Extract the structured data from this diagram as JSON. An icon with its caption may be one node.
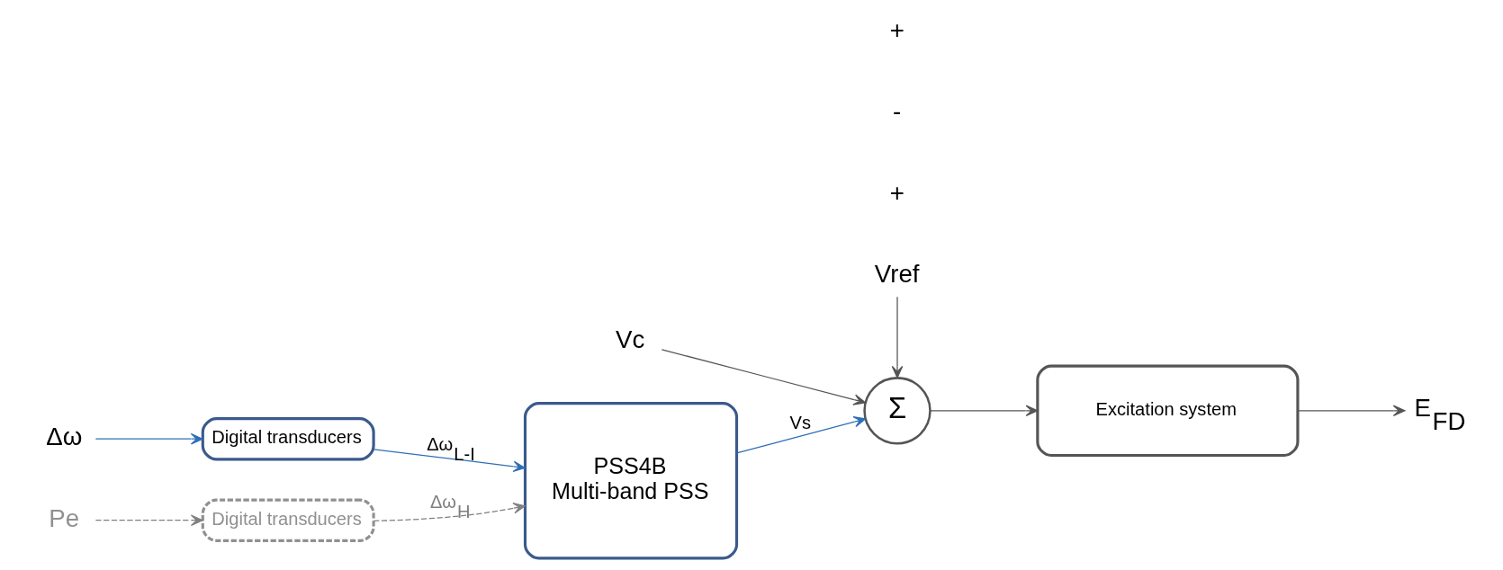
{
  "diagram": {
    "nodes": [
      {
        "text": [
          "Vref"
        ]
      },
      {
        "text": [
          "Vc"
        ]
      },
      {
        "text": [
          "Σ"
        ]
      },
      {
        "text": [
          "Excitation system"
        ]
      },
      {
        "text": [
          "E$_{FD}$"
        ]
      },
      {
        "text": [
          "Δω"
        ]
      },
      {
        "text": [
          "Digital transducers"
        ]
      },
      {
        "text": [
          "PSS4B",
          "Multi-band PSS"
        ]
      },
      {
        "text": [
          "Pe"
        ]
      },
      {
        "text": [
          "Digital transducers"
        ]
      }
    ],
    "edges": [
      {
        "from": 0,
        "to": 2,
        "arrow": "to"
      },
      {
        "from": 1,
        "to": 2,
        "arrow": "to"
      },
      {
        "from": 2,
        "to": 3,
        "arrow": "to"
      },
      {
        "from": 3,
        "to": 4,
        "arrow": "to"
      },
      {
        "from": 5,
        "to": 6,
        "arrow": "to",
        "color": "#2e6fb5"
      },
      {
        "from": 6,
        "to": 7,
        "arrow": "to",
        "label": "Δω$_{L-I}$",
        "color": "#2e6fb5"
      },
      {
        "from": 8,
        "to": 9,
        "arrow": "to",
        "style": "dashed",
        "color": "#808080"
      },
      {
        "from": 9,
        "to": 7,
        "arrow": "to",
        "label": "Δω$_{H}$",
        "style": "dashed",
        "color": "#808080"
      },
      {
        "from": 7,
        "to": 2,
        "arrow": "to",
        "label": "Vs",
        "color": "#2e6fb5"
      }
    ],
    "labels": [
      "+",
      "-",
      "+"
    ]
  }
}
